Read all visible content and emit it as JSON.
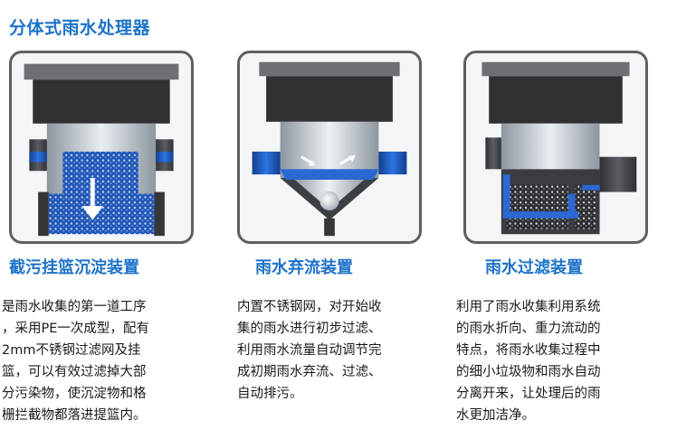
{
  "page": {
    "title": "分体式雨水处理器"
  },
  "colors": {
    "accent": "#1e73c8",
    "frame": "#5f5f5f",
    "water": "#1f5fc4"
  },
  "panels": [
    {
      "heading": "截污挂篮沉淀装置",
      "lines": [
        "是雨水收集的第一道工序",
        "，采用PE一次成型，配有",
        "2mm不锈钢过滤网及挂",
        "篮，可以有效过滤掉大部",
        "分污染物，使沉淀物和格",
        "栅拦截物都落进提篮内。"
      ]
    },
    {
      "heading": "雨水弃流装置",
      "lines": [
        "内置不锈钢网，对开始收",
        "集的雨水进行初步过滤、",
        "利用雨水流量自动调节完",
        "成初期雨水弃流、过滤、",
        "自动排污。"
      ]
    },
    {
      "heading": "雨水过滤装置",
      "lines": [
        "利用了雨水收集利用系统",
        "的雨水折向、重力流动的",
        "特点，将雨水收集过程中",
        "的细小垃圾物和雨水自动",
        "分离开来，让处理后的雨",
        "水更加洁净。"
      ]
    }
  ]
}
